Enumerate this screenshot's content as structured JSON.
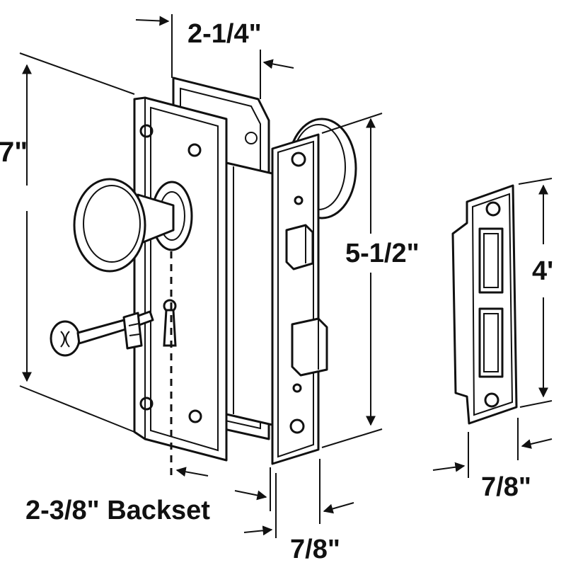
{
  "dimensions": {
    "top_width": "2-1/4\"",
    "height": "7\"",
    "case_height": "5-1/2\"",
    "strike_height": "4'",
    "strike_width": "7/8\"",
    "backset": "2-3/8\" Backset",
    "faceplate_width": "7/8\""
  },
  "colors": {
    "line": "#111111",
    "background": "#ffffff"
  }
}
